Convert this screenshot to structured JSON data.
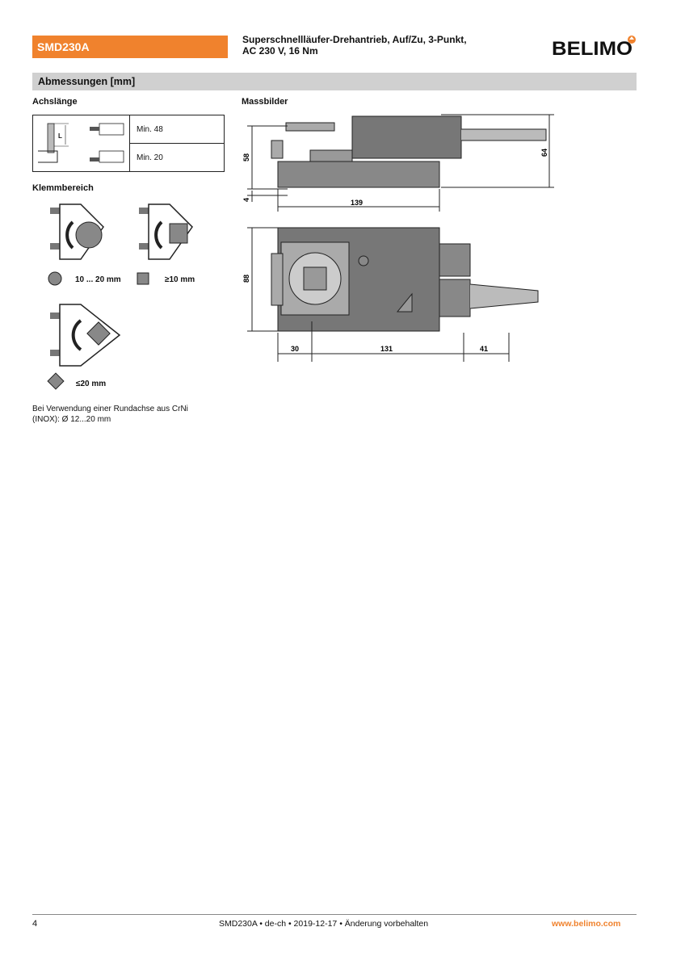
{
  "header": {
    "product_code": "SMD230A",
    "title_line1": "Superschnellläufer-Drehantrieb, Auf/Zu, 3-Punkt,",
    "title_line2": "AC 230 V, 16 Nm",
    "logo_text": "BELIMO",
    "brand_color": "#f0822d"
  },
  "section": {
    "title": "Abmessungen [mm]"
  },
  "shaft_length": {
    "heading": "Achslänge",
    "symbol": "L",
    "rows": [
      {
        "value": "Min. 48"
      },
      {
        "value": "Min. 20"
      }
    ]
  },
  "clamping_range": {
    "heading": "Klemmbereich",
    "round": "10 ... 20 mm",
    "square": "≥10 mm",
    "diagonal": "≤20 mm",
    "note_line1": "Bei Verwendung einer Rundachse aus CrNi",
    "note_line2": "(INOX): Ø 12...20 mm"
  },
  "dimension_drawings": {
    "heading": "Massbilder",
    "side_view": {
      "height_58": "58",
      "height_4": "4",
      "height_64": "64",
      "length_139": "139"
    },
    "top_view": {
      "height_88": "88",
      "width_30": "30",
      "width_131": "131",
      "width_41": "41"
    }
  },
  "footer": {
    "page_number": "4",
    "doc_info": "SMD230A • de-ch • 2019-12-17 • Änderung vorbehalten",
    "website": "www.belimo.com"
  }
}
